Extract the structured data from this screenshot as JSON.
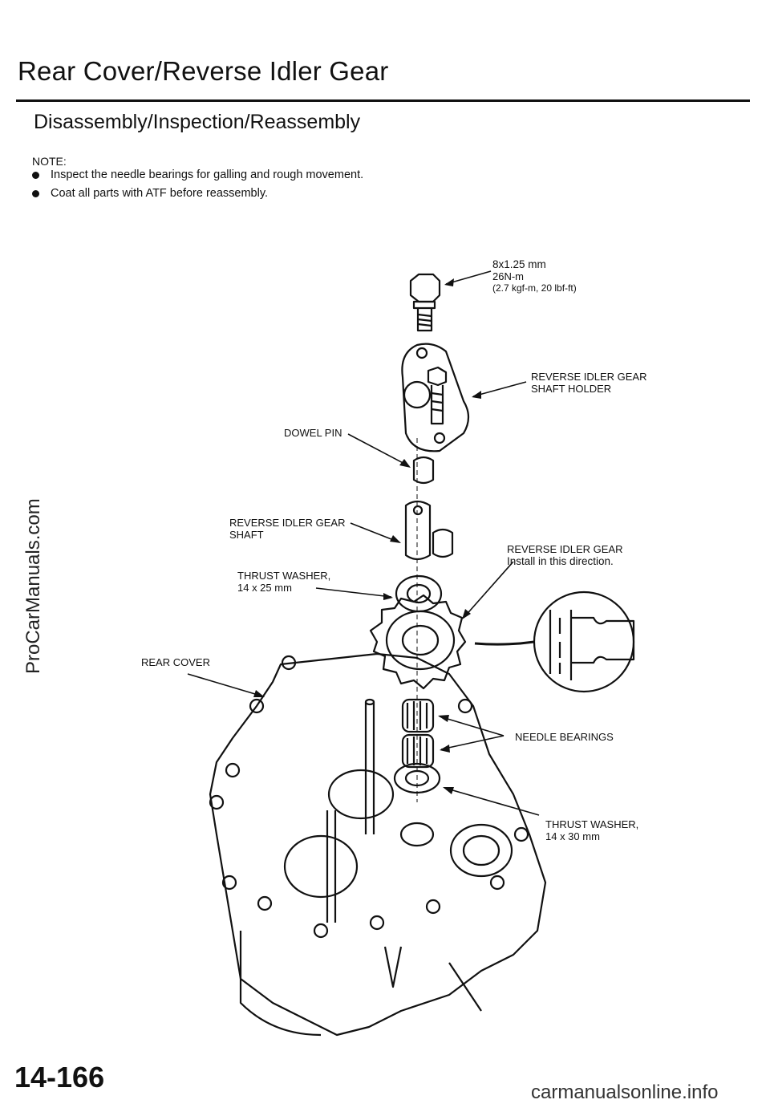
{
  "header": {
    "title": "Rear Cover/Reverse Idler Gear",
    "subtitle": "Disassembly/Inspection/Reassembly"
  },
  "notes": {
    "label": "NOTE:",
    "items": [
      "Inspect the needle bearings for galling and rough movement.",
      "Coat all parts with ATF before reassembly."
    ]
  },
  "labels": {
    "bolt": [
      "8x1.25 mm",
      "26N-m",
      "(2.7 kgf-m, 20 lbf-ft)"
    ],
    "holder": [
      "REVERSE IDLER GEAR",
      "SHAFT  HOLDER"
    ],
    "dowel_pin": "DOWEL  PIN",
    "shaft": [
      "REVERSE  IDLER  GEAR",
      "SHAFT"
    ],
    "idler_gear": [
      "REVERSE IDLER GEAR",
      "Install  in  this  direction."
    ],
    "thrust_washer_1": [
      "THRUST  WASHER,",
      "14  x  25  mm"
    ],
    "rear_cover": "REAR COVER",
    "needle_bearings": "NEEDLE  BEARINGS",
    "thrust_washer_2": [
      "THRUST  WASHER,",
      "14  x  30  mm"
    ]
  },
  "sidebar_text": "ProCarManuals.com",
  "page_number": "14-166",
  "footer": "carmanualsonline.info"
}
